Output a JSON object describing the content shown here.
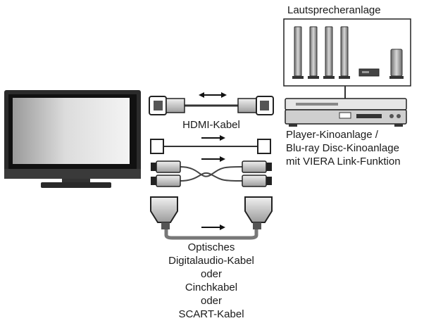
{
  "speaker_system_label": "Lautsprecheranlage",
  "hdmi_cable_label": "HDMI-Kabel",
  "device_label": {
    "line1": "Player-Kinoanlage /",
    "line2": "Blu-ray Disc-Kinoanlage",
    "line3": "mit VIERA Link-Funktion"
  },
  "cable_caption": {
    "line1": "Optisches",
    "line2": "Digitalaudio-Kabel",
    "line3": "oder",
    "line4": "Cinchkabel",
    "line5": "oder",
    "line6": "SCART-Kabel"
  },
  "icons": [
    "tv-icon",
    "hdmi-plug-icon",
    "optical-plug-icon",
    "rca-plug-icon",
    "scart-plug-icon",
    "speaker-icon",
    "subwoofer-icon",
    "av-receiver-icon",
    "bidirectional-arrow-icon",
    "arrow-right-icon"
  ]
}
